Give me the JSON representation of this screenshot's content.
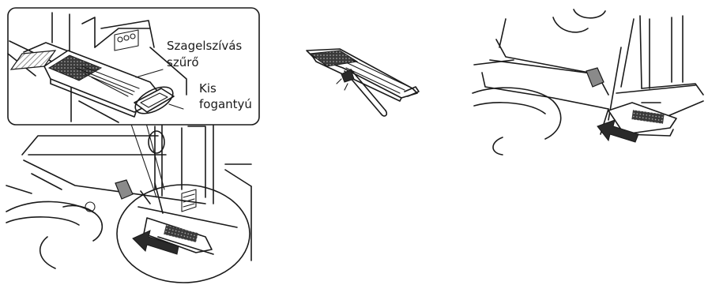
{
  "labels": {
    "filter_line1": "Szagelszívás",
    "filter_line2": "szűrő",
    "handle_line1": "Kis",
    "handle_line2": "fogantyú"
  },
  "colors": {
    "line": "#1a1a1a",
    "arrow_fill": "#2a2a2a",
    "tab_fill": "#8a8a8a",
    "background": "#ffffff"
  }
}
